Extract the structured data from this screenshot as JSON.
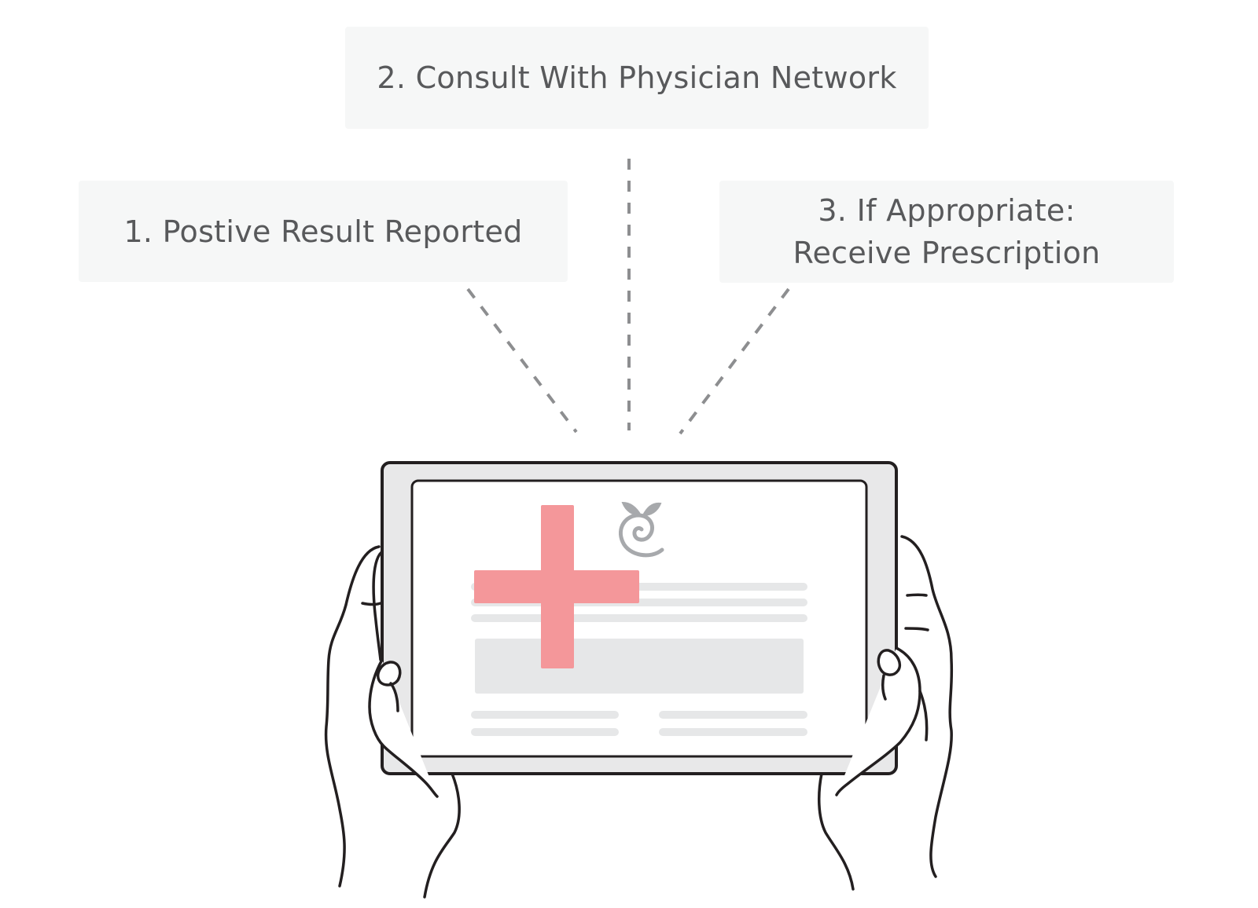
{
  "steps": [
    {
      "number": "1.",
      "lines": [
        "1. Postive Result Reported"
      ]
    },
    {
      "number": "2.",
      "lines": [
        "2. Consult With Physician Network"
      ]
    },
    {
      "number": "3.",
      "lines": [
        "3. If Appropriate:",
        "Receive Prescription"
      ]
    }
  ],
  "icons": {
    "tablet": "tablet-icon",
    "medical_cross": "medical-cross-icon",
    "logo": "swirl-leaf-logo-icon",
    "hands": "hands-icon"
  },
  "colors": {
    "box_background": "#f6f7f7",
    "text": "#58595b",
    "connector": "#8d8e90",
    "cross": "#f4979a",
    "outline": "#231f20",
    "tablet_bezel": "#e8e8e9",
    "placeholder": "#e6e7e8",
    "logo": "#a7a9ac"
  }
}
